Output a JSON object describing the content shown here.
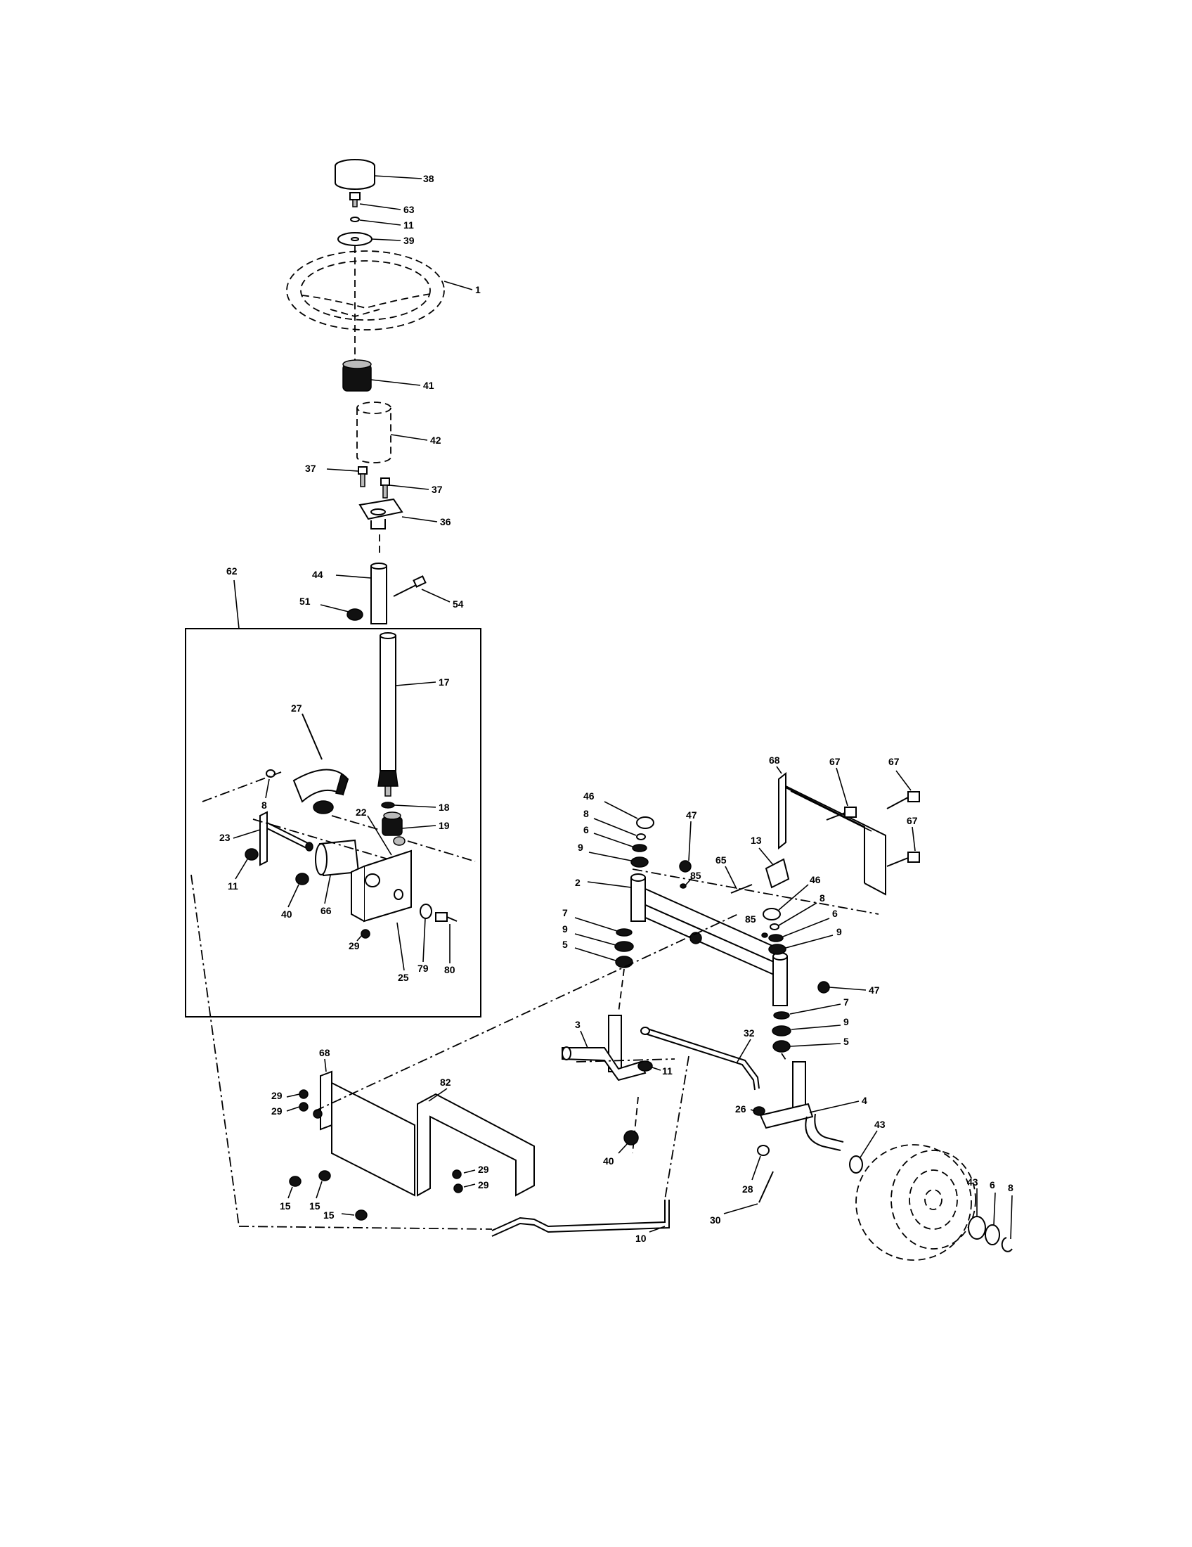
{
  "labels": {
    "l38": "38",
    "l63": "63",
    "l11a": "11",
    "l39": "39",
    "l1": "1",
    "l41": "41",
    "l42": "42",
    "l37a": "37",
    "l37b": "37",
    "l36": "36",
    "l62": "62",
    "l44": "44",
    "l51": "51",
    "l54": "54",
    "l27": "27",
    "l17": "17",
    "l8a": "8",
    "l18": "18",
    "l19": "19",
    "l22": "22",
    "l23": "23",
    "l11b": "11",
    "l40a": "40",
    "l66": "66",
    "l29a": "29",
    "l25": "25",
    "l79": "79",
    "l80": "80",
    "l68a": "68",
    "l67a": "67",
    "l67b": "67",
    "l67c": "67",
    "l46a": "46",
    "l8b": "8",
    "l6a": "6",
    "l9a": "9",
    "l47a": "47",
    "l13": "13",
    "l2": "2",
    "l85a": "85",
    "l65": "65",
    "l46b": "46",
    "l8c": "8",
    "l85b": "85",
    "l6b": "6",
    "l9b": "9",
    "l7a": "7",
    "l9c": "9",
    "l5a": "5",
    "l47b": "47",
    "l7b": "7",
    "l9d": "9",
    "l5b": "5",
    "l3": "3",
    "l32": "32",
    "l11c": "11",
    "l4": "4",
    "l26": "26",
    "l43a": "43",
    "l40b": "40",
    "l28": "28",
    "l30": "30",
    "l68b": "68",
    "l82": "82",
    "l29b": "29",
    "l29c": "29",
    "l29d": "29",
    "l29e": "29",
    "l15a": "15",
    "l15b": "15",
    "l15c": "15",
    "l10": "10",
    "l43b": "43",
    "l6c": "6",
    "l8d": "8"
  }
}
